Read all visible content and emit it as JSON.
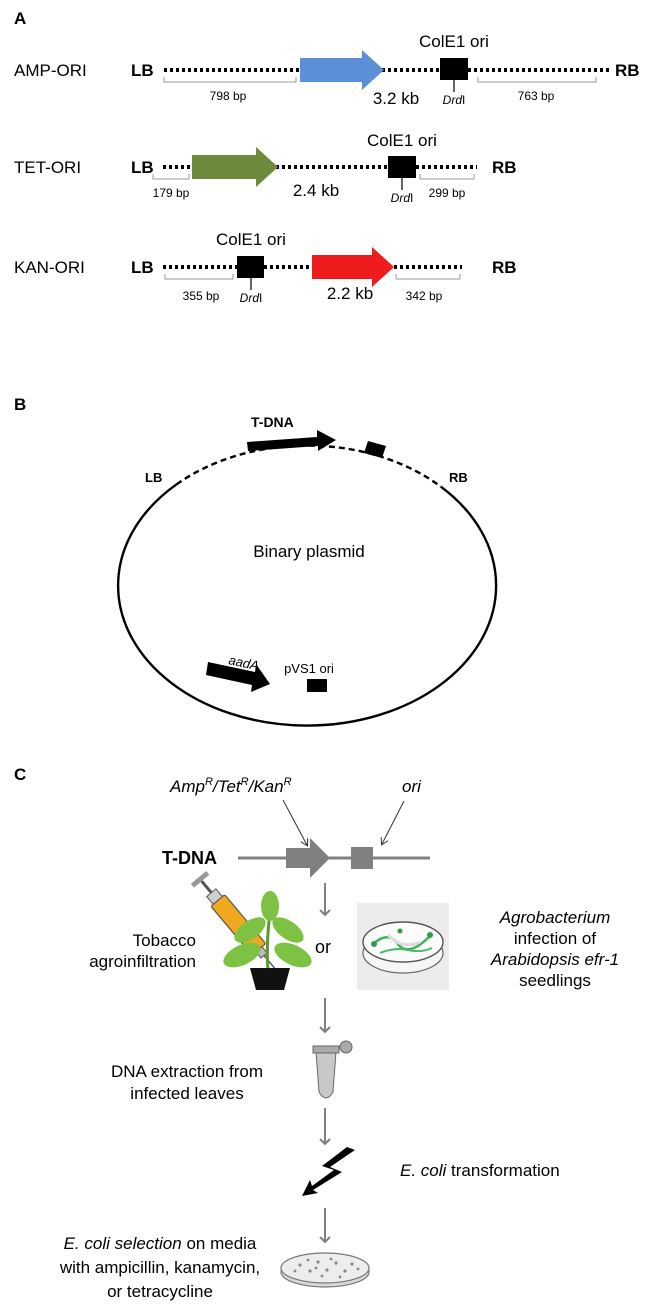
{
  "panel_a": {
    "letter": "A",
    "constructs": [
      {
        "name": "AMP-ORI",
        "lb": "LB",
        "rb": "RB",
        "ori_label": "ColE1 ori",
        "size": "3.2 kb",
        "left_bp": "798 bp",
        "right_bp": "763 bp",
        "site": {
          "italic": "Drd",
          "plain": "I"
        }
      },
      {
        "name": "TET-ORI",
        "lb": "LB",
        "rb": "RB",
        "ori_label": "ColE1 ori",
        "size": "2.4 kb",
        "left_bp": "179 bp",
        "right_bp": "299 bp",
        "site": {
          "italic": "Drd",
          "plain": "I"
        }
      },
      {
        "name": "KAN-ORI",
        "lb": "LB",
        "rb": "RB",
        "ori_label": "ColE1 ori",
        "size": "2.2 kb",
        "left_bp": "355 bp",
        "right_bp": "342 bp",
        "site": {
          "italic": "Drd",
          "plain": "I"
        }
      }
    ],
    "colors": {
      "amp": "#5b8fd6",
      "tet": "#6e8b3d",
      "kan": "#ee1c1c"
    }
  },
  "panel_b": {
    "letter": "B",
    "tdna": "T-DNA",
    "lb": "LB",
    "rb": "RB",
    "center": "Binary plasmid",
    "aada": "aadA",
    "pvs1": "pVS1 ori"
  },
  "panel_c": {
    "letter": "C",
    "marker": {
      "p1": "Amp",
      "p2": "/Tet",
      "p3": "/Kan",
      "sup": "R"
    },
    "ori": "ori",
    "tdna": "T-DNA",
    "tobacco": [
      "Tobacco",
      "agroinfiltration"
    ],
    "or": "or",
    "agro": [
      "Agrobacterium",
      "infection of",
      "Arabidopsis efr-1",
      "seedlings"
    ],
    "extraction": [
      "DNA extraction from",
      "infected leaves"
    ],
    "transformation": {
      "italic": "E. coli",
      "plain": " transformation"
    },
    "selection": {
      "italic": "E. coli selection",
      "line1_rest": " on media",
      "line2": "with ampicillin, kanamycin,",
      "line3": "or tetracycline"
    },
    "colors": {
      "gray": "#808080",
      "syringe": "#f0a81e",
      "leaf": "#7dc242"
    }
  }
}
